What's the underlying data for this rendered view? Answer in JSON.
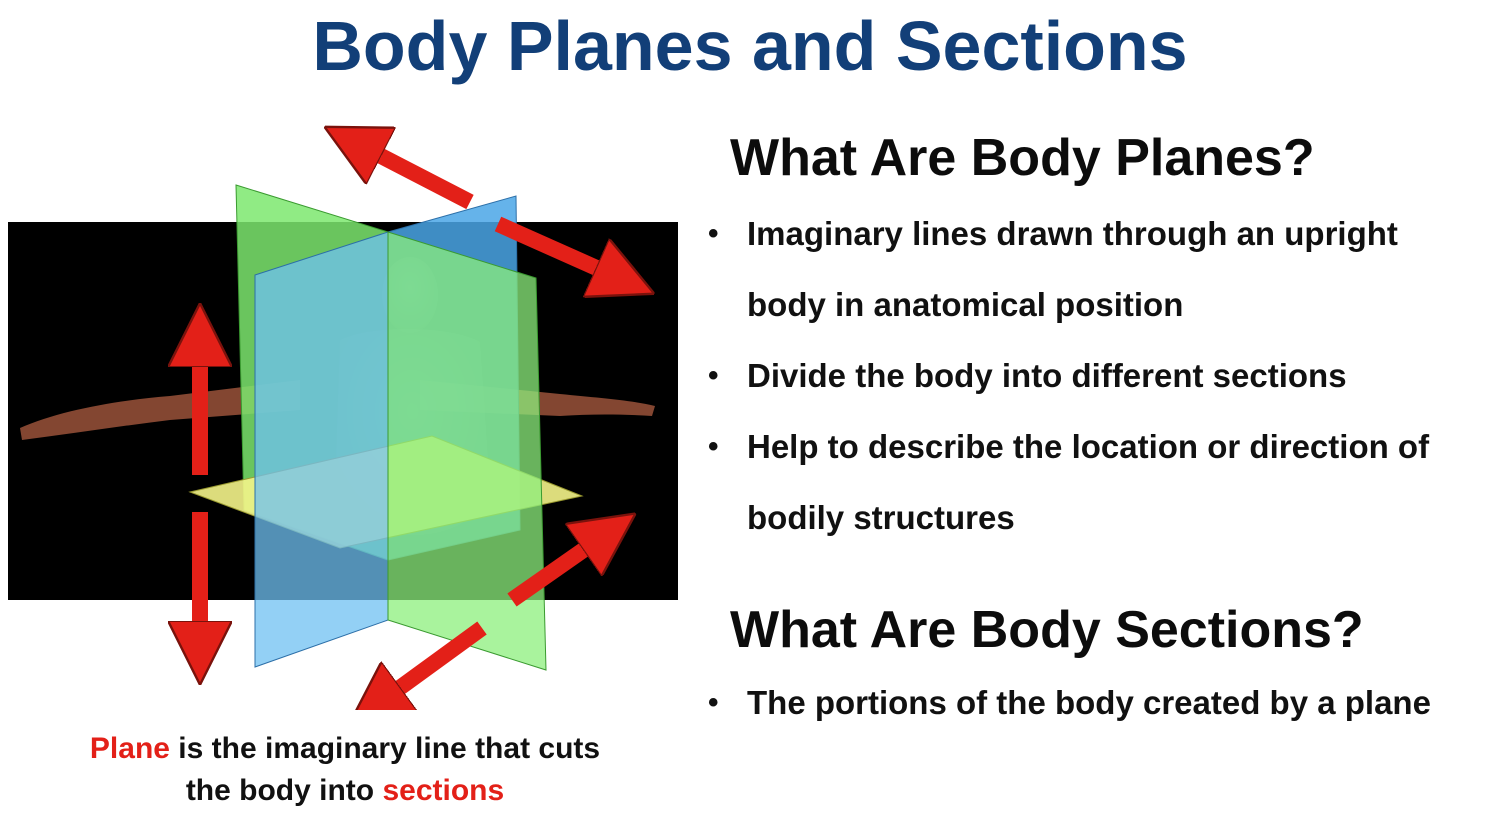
{
  "title": "Body Planes and Sections",
  "caption": {
    "part1": "Plane",
    "part2": " is the imaginary line that cuts",
    "part3": "the body into ",
    "part4": "sections"
  },
  "section_planes": {
    "heading": "What Are Body Planes?",
    "bullets": [
      "Imaginary lines drawn through an upright body in anatomical position",
      "Divide the body into different sections",
      "Help to describe the location or direction of bodily structures"
    ]
  },
  "section_sections": {
    "heading": "What Are Body Sections?",
    "bullets": [
      "The portions of the body created by a plane"
    ]
  },
  "colors": {
    "title": "#123f78",
    "arrow": "#e32018",
    "sagittal_plane": "#7de86e",
    "frontal_plane": "#4aa6e6",
    "transverse_plane": "#f4f48a"
  }
}
